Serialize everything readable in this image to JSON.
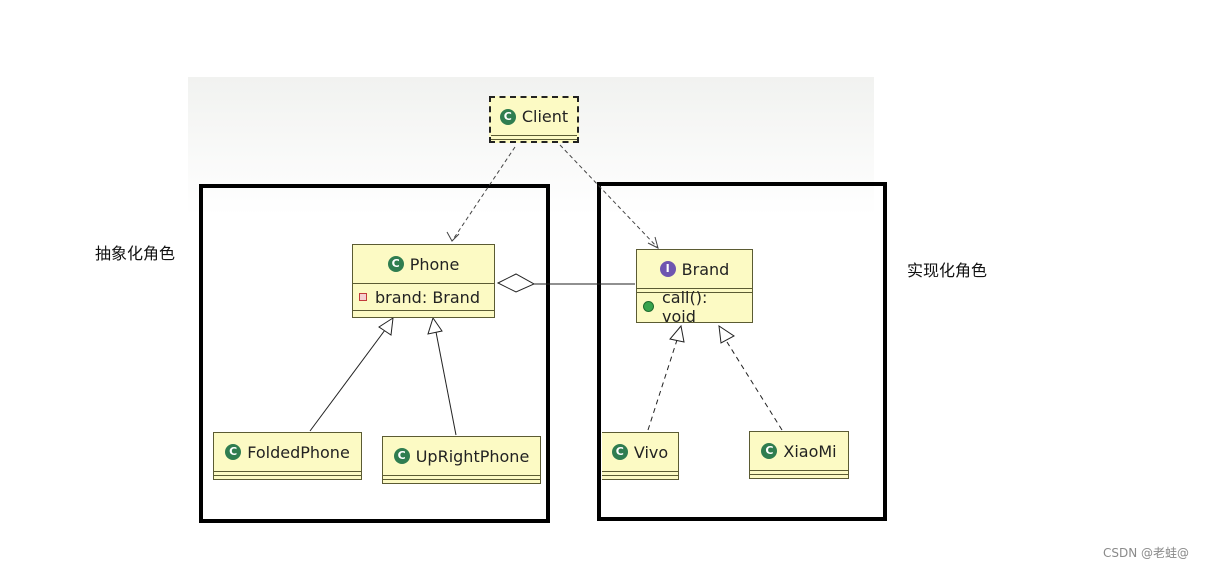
{
  "labels": {
    "abstraction": "抽象化角色",
    "implementation": "实现化角色"
  },
  "classes": {
    "client": {
      "name": "Client",
      "kind": "class"
    },
    "phone": {
      "name": "Phone",
      "kind": "class",
      "attribute": "brand: Brand"
    },
    "brand": {
      "name": "Brand",
      "kind": "interface",
      "method": "call(): void"
    },
    "folded_phone": {
      "name": "FoldedPhone",
      "kind": "class"
    },
    "upright_phone": {
      "name": "UpRightPhone",
      "kind": "class"
    },
    "vivo": {
      "name": "Vivo",
      "kind": "class"
    },
    "xiaomi": {
      "name": "XiaoMi",
      "kind": "class"
    }
  },
  "icons": {
    "class": "C",
    "interface": "I"
  },
  "watermark": "CSDN @老蛙@"
}
